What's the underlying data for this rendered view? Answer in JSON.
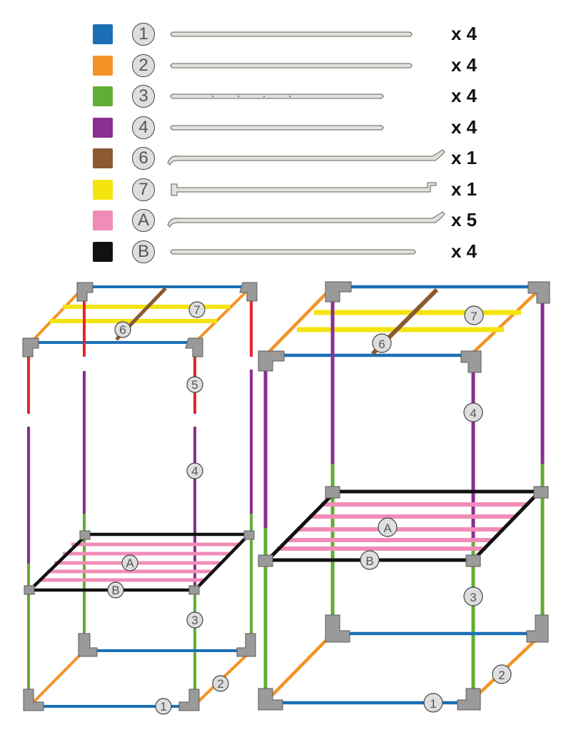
{
  "parts": [
    {
      "color": "#1b6fb5",
      "color_name": "blue",
      "label": "1",
      "qty": "x 4",
      "tube": "plain",
      "length": 340
    },
    {
      "color": "#f39325",
      "color_name": "orange",
      "label": "2",
      "qty": "x 4",
      "tube": "plain",
      "length": 340
    },
    {
      "color": "#62ad35",
      "color_name": "green",
      "label": "3",
      "qty": "x 4",
      "tube": "holes",
      "length": 300
    },
    {
      "color": "#8a2e8f",
      "color_name": "purple",
      "label": "4",
      "qty": "x 4",
      "tube": "plain",
      "length": 300
    },
    {
      "color": "#8b5a31",
      "color_name": "brown",
      "label": "6",
      "qty": "x 1",
      "tube": "hooks",
      "length": 380
    },
    {
      "color": "#f4e40f",
      "color_name": "yellow",
      "label": "7",
      "qty": "x 1",
      "tube": "bent-hooks",
      "length": 375
    },
    {
      "color": "#f08cb7",
      "color_name": "pink",
      "label": "A",
      "qty": "x 5",
      "tube": "hooks",
      "length": 380
    },
    {
      "color": "#111111",
      "color_name": "black",
      "label": "B",
      "qty": "x 4",
      "tube": "plain",
      "length": 345
    }
  ],
  "colors": {
    "pole_red": "#e3262b",
    "connector": "#9a9a9a",
    "connector_edge": "#5a5a5a",
    "tube_fill": "#e2e2dc",
    "tube_edge": "#7d7d78",
    "badge_fill": "#dedede"
  },
  "frames": [
    {
      "name": "small-frame",
      "callouts": {
        "c1": "1",
        "c2": "2",
        "c3": "3",
        "c4": "4",
        "c5": "5",
        "c6": "6",
        "c7": "7",
        "cA": "A",
        "cB": "B"
      }
    },
    {
      "name": "large-frame",
      "callouts": {
        "c1": "1",
        "c2": "2",
        "c3": "3",
        "c4": "4",
        "c6": "6",
        "c7": "7",
        "cA": "A",
        "cB": "B"
      }
    }
  ]
}
